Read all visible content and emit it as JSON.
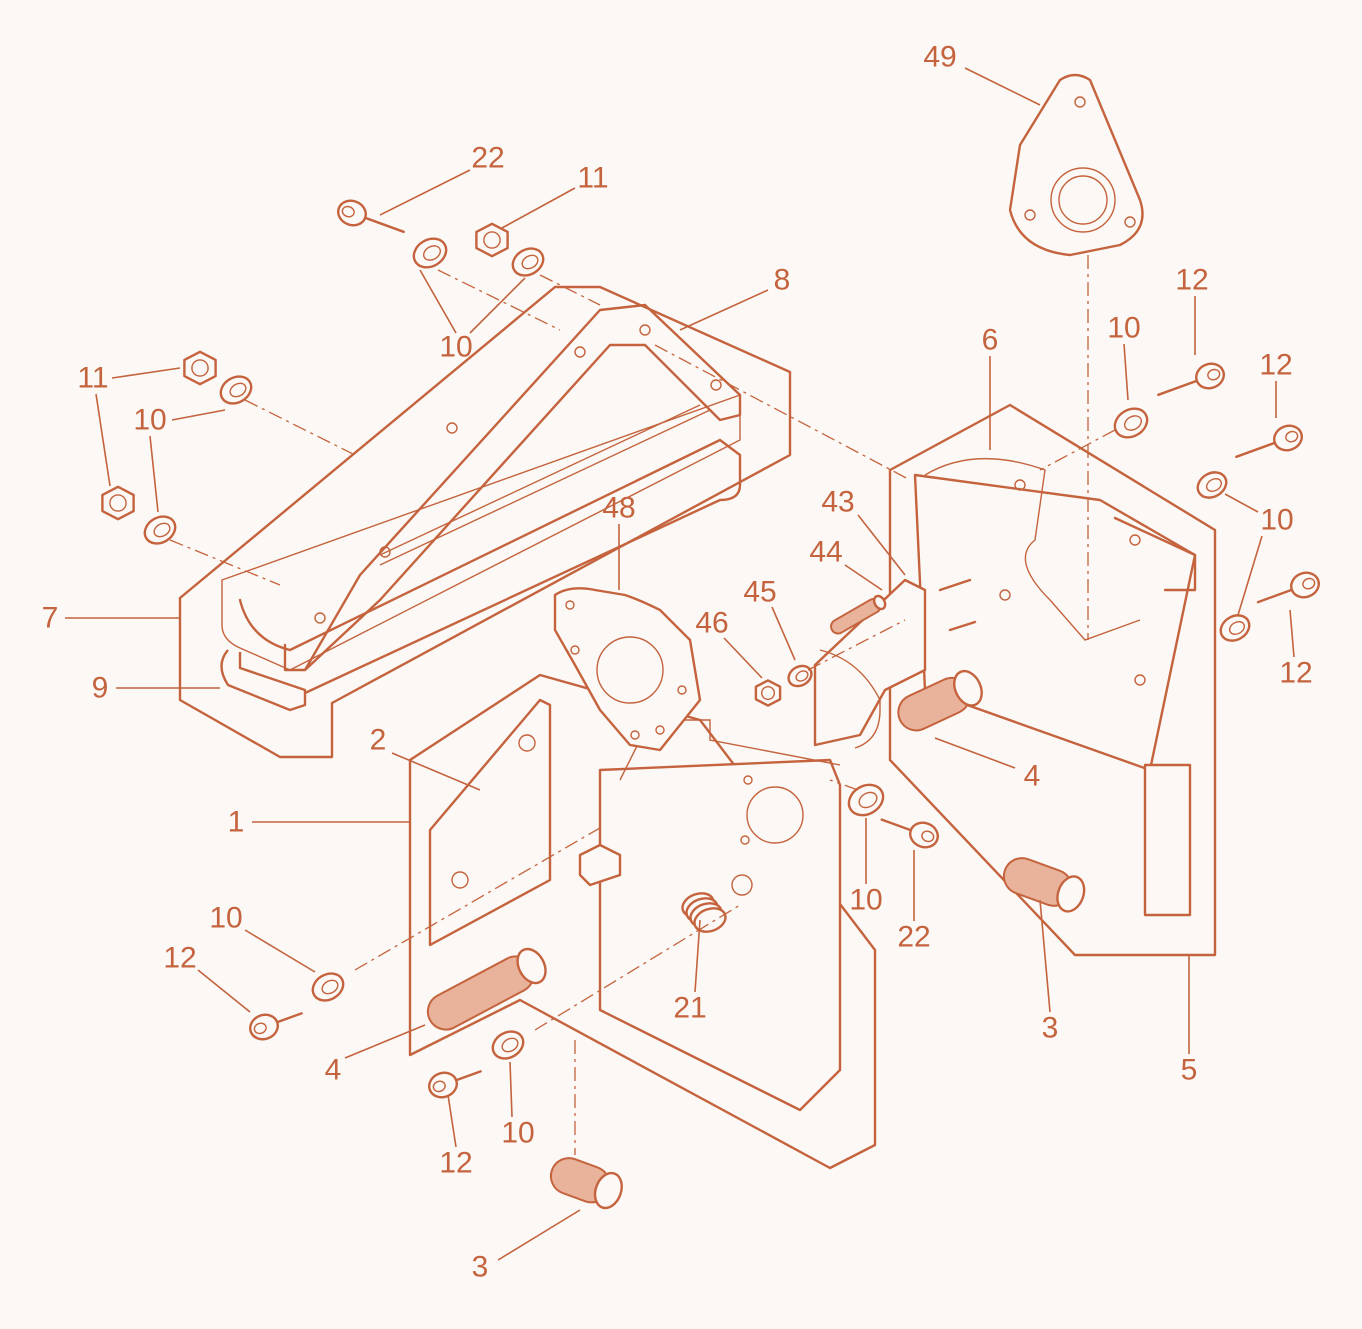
{
  "colors": {
    "background": "#fbf8f5",
    "line": "#c4633d",
    "felt": "#e9b29a"
  },
  "callouts": [
    {
      "id": "c49",
      "label": "49"
    },
    {
      "id": "c22-top",
      "label": "22"
    },
    {
      "id": "c11-top",
      "label": "11"
    },
    {
      "id": "c8",
      "label": "8"
    },
    {
      "id": "c10-top",
      "label": "10"
    },
    {
      "id": "c12-a",
      "label": "12"
    },
    {
      "id": "c10-right-a",
      "label": "10"
    },
    {
      "id": "c6",
      "label": "6"
    },
    {
      "id": "c12-b",
      "label": "12"
    },
    {
      "id": "c11-left",
      "label": "11"
    },
    {
      "id": "c10-left",
      "label": "10"
    },
    {
      "id": "c10-right-b",
      "label": "10"
    },
    {
      "id": "c43",
      "label": "43"
    },
    {
      "id": "c48",
      "label": "48"
    },
    {
      "id": "c44",
      "label": "44"
    },
    {
      "id": "c7",
      "label": "7"
    },
    {
      "id": "c45",
      "label": "45"
    },
    {
      "id": "c46",
      "label": "46"
    },
    {
      "id": "c12-c",
      "label": "12"
    },
    {
      "id": "c9",
      "label": "9"
    },
    {
      "id": "c2",
      "label": "2"
    },
    {
      "id": "c4-right",
      "label": "4"
    },
    {
      "id": "c1",
      "label": "1"
    },
    {
      "id": "c10-mid",
      "label": "10"
    },
    {
      "id": "c22-mid",
      "label": "22"
    },
    {
      "id": "c10-low-left",
      "label": "10"
    },
    {
      "id": "c12-low-left",
      "label": "12"
    },
    {
      "id": "c21",
      "label": "21"
    },
    {
      "id": "c3-right",
      "label": "3"
    },
    {
      "id": "c4-left",
      "label": "4"
    },
    {
      "id": "c5",
      "label": "5"
    },
    {
      "id": "c10-bottom",
      "label": "10"
    },
    {
      "id": "c12-bottom",
      "label": "12"
    },
    {
      "id": "c3-bottom",
      "label": "3"
    }
  ]
}
